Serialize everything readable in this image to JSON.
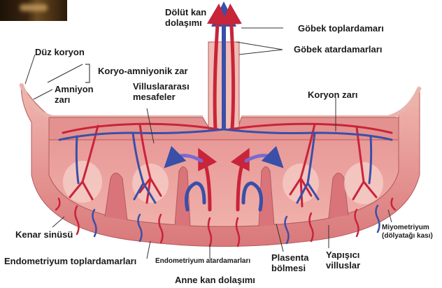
{
  "labels": {
    "fetal_circulation_1": "Dölüt kan",
    "fetal_circulation_2": "dolaşımı",
    "umbilical_vein": "Göbek toplardamarı",
    "umbilical_arteries": "Göbek atardamarları",
    "smooth_chorion": "Düz koryon",
    "chorio_amniotic": "Koryo-amniyonik zar",
    "amnion_1": "Amniyon",
    "amnion_2": "zarı",
    "intervillous_1": "Villuslararası",
    "intervillous_2": "mesafeler",
    "chorion_membrane": "Koryon zarı",
    "marginal_sinus": "Kenar sinüsü",
    "endometrial_veins": "Endometriyum toplardamarları",
    "endometrial_arteries": "Endometriyum atardamarları",
    "placental_septum_1": "Plasenta",
    "placental_septum_2": "bölmesi",
    "anchoring_villi_1": "Yapışıcı",
    "anchoring_villi_2": "villuslar",
    "myometrium_1": "Miyometriyum",
    "myometrium_2": "(dölyatağı kası)",
    "maternal_circulation": "Anne kan dolaşımı"
  },
  "colors": {
    "artery": "#c8243a",
    "vein": "#3a4fa8",
    "tissue": "#e8a0a0",
    "tissue_dark": "#d9757a",
    "membrane": "#f3c6c0"
  }
}
